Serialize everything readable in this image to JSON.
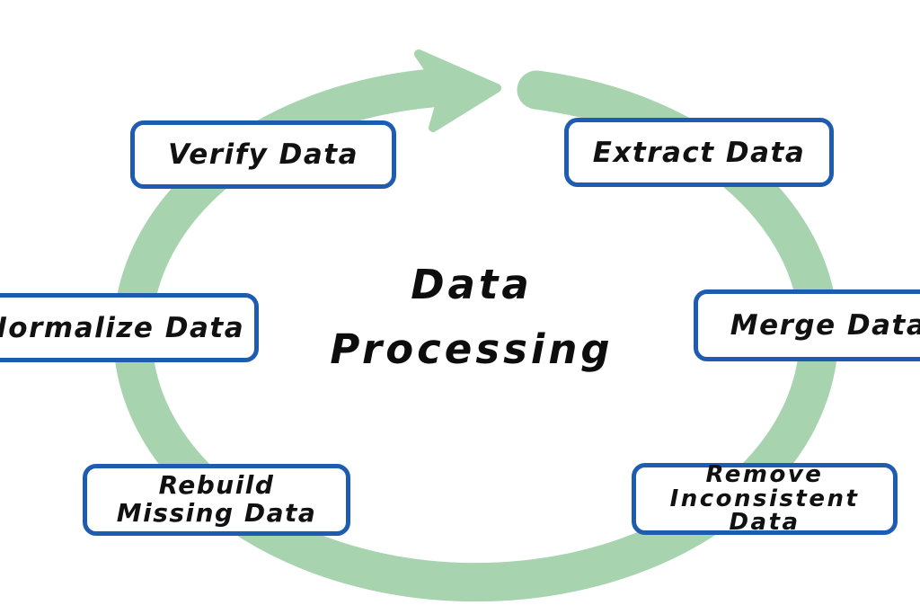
{
  "diagram": {
    "title_line1": "Data",
    "title_line2": "Processing",
    "steps": [
      {
        "name": "verify-data",
        "lines": [
          "Verify Data"
        ]
      },
      {
        "name": "extract-data",
        "lines": [
          "Extract Data"
        ]
      },
      {
        "name": "merge-data",
        "lines": [
          "Merge Data"
        ]
      },
      {
        "name": "remove-inconsistent-data",
        "lines": [
          "Remove",
          "Inconsistent",
          "Data"
        ]
      },
      {
        "name": "rebuild-missing-data",
        "lines": [
          "Rebuild",
          "Missing Data"
        ]
      },
      {
        "name": "normalize-data",
        "lines": [
          "Normalize Data"
        ]
      }
    ],
    "icons": {
      "cycle_arrow": "clockwise-cycle-arrow"
    },
    "colors": {
      "ring_green": "#a7d3af",
      "box_border_blue": "#1d5cb0",
      "box_fill": "#ffffff",
      "text": "#111111",
      "background": "#ffffff"
    }
  }
}
